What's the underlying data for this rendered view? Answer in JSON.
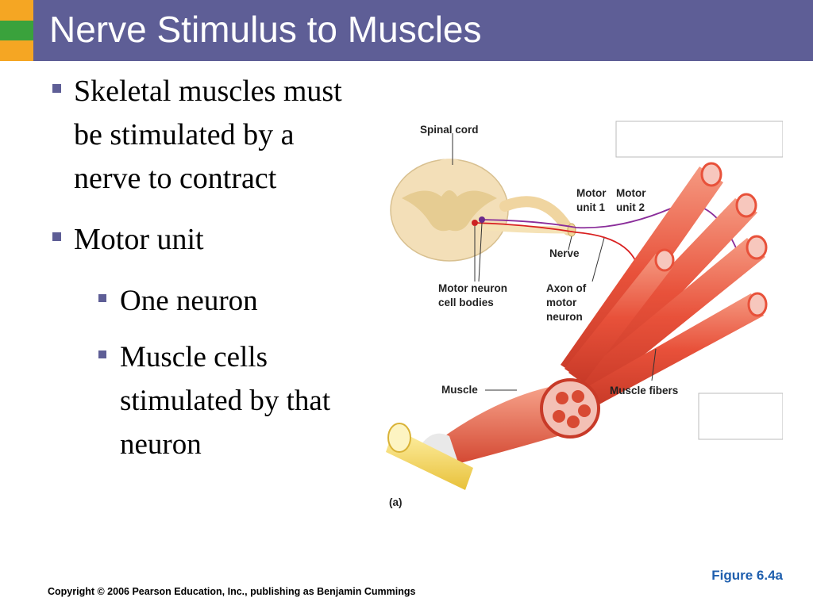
{
  "slide": {
    "title": "Nerve Stimulus to Muscles",
    "bullets": [
      {
        "text": "Skeletal muscles must be stimulated by a nerve to contract"
      },
      {
        "text": "Motor unit"
      }
    ],
    "sub_bullets": [
      {
        "text": "One neuron"
      },
      {
        "text": "Muscle cells stimulated by that neuron"
      }
    ],
    "colors": {
      "title_bar": "#5e5e96",
      "corner_top": "#f5a623",
      "corner_mid": "#3aa23c",
      "corner_bottom": "#f5a623",
      "bullet_marker": "#5e5e96",
      "figure_ref": "#1f5fae"
    }
  },
  "figure": {
    "labels": {
      "spinal_cord": "Spinal cord",
      "motor_unit_1_line1": "Motor",
      "motor_unit_1_line2": "unit 1",
      "motor_unit_2_line1": "Motor",
      "motor_unit_2_line2": "unit 2",
      "nerve": "Nerve",
      "motor_neuron_line1": "Motor neuron",
      "motor_neuron_line2": "cell bodies",
      "axon_line1": "Axon of",
      "axon_line2": "motor",
      "axon_line3": "neuron",
      "muscle": "Muscle",
      "muscle_fibers": "Muscle fibers",
      "panel": "(a)"
    }
  },
  "footer": {
    "figure_ref": "Figure 6.4a",
    "copyright": "Copyright © 2006 Pearson Education, Inc., publishing as Benjamin Cummings"
  }
}
